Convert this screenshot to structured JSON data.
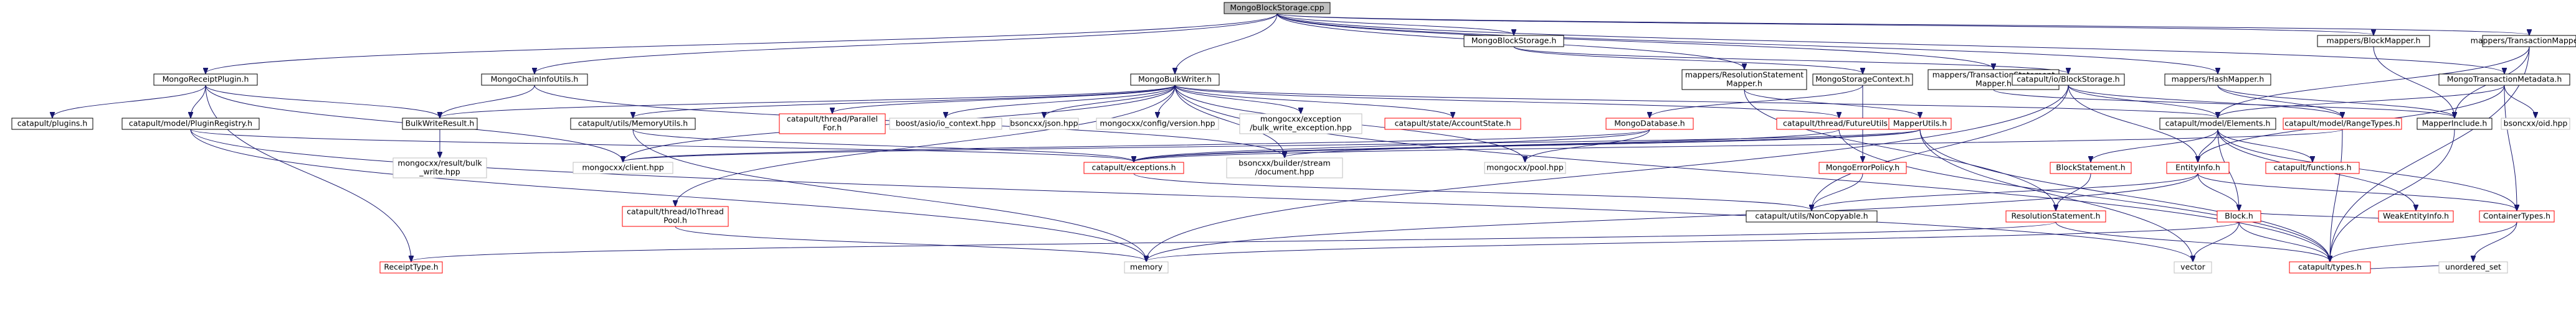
{
  "colors": {
    "root_fill": "#bfbfbf",
    "root_border": "#000000",
    "documented_border": "#000000",
    "incomplete_border": "#ff0000",
    "external_border": "#bfbfbf",
    "external_text": "#404040",
    "node_fill": "#ffffff",
    "edge": "#191970"
  },
  "nodes": [
    {
      "id": "root",
      "lines": [
        "MongoBlockStorage.cpp"
      ],
      "kind": "root"
    },
    {
      "id": "receiptPlugin",
      "lines": [
        "MongoReceiptPlugin.h"
      ],
      "kind": "documented"
    },
    {
      "id": "chainInfoUtils",
      "lines": [
        "MongoChainInfoUtils.h"
      ],
      "kind": "documented"
    },
    {
      "id": "bulkWriter",
      "lines": [
        "MongoBulkWriter.h"
      ],
      "kind": "documented"
    },
    {
      "id": "blockStorageH",
      "lines": [
        "MongoBlockStorage.h"
      ],
      "kind": "documented"
    },
    {
      "id": "resStmtMapper",
      "lines": [
        "mappers/ResolutionStatement",
        "Mapper.h"
      ],
      "kind": "documented"
    },
    {
      "id": "txStmtMapper",
      "lines": [
        "mappers/TransactionStatement",
        "Mapper.h"
      ],
      "kind": "documented"
    },
    {
      "id": "hashMapper",
      "lines": [
        "mappers/HashMapper.h"
      ],
      "kind": "documented"
    },
    {
      "id": "blockMapper",
      "lines": [
        "mappers/BlockMapper.h"
      ],
      "kind": "documented"
    },
    {
      "id": "txMetadata",
      "lines": [
        "MongoTransactionMetadata.h"
      ],
      "kind": "documented"
    },
    {
      "id": "txMapper",
      "lines": [
        "mappers/TransactionMapper.h"
      ],
      "kind": "documented"
    },
    {
      "id": "plugins",
      "lines": [
        "catapult/plugins.h"
      ],
      "kind": "documented"
    },
    {
      "id": "pluginRegistry",
      "lines": [
        "catapult/model/PluginRegistry.h"
      ],
      "kind": "documented"
    },
    {
      "id": "bulkWriteResult",
      "lines": [
        "BulkWriteResult.h"
      ],
      "kind": "documented"
    },
    {
      "id": "memoryUtils",
      "lines": [
        "catapult/utils/MemoryUtils.h"
      ],
      "kind": "documented"
    },
    {
      "id": "parallelFor",
      "lines": [
        "catapult/thread/Parallel",
        "For.h"
      ],
      "kind": "incomplete"
    },
    {
      "id": "ioContext",
      "lines": [
        "boost/asio/io_context.hpp"
      ],
      "kind": "external"
    },
    {
      "id": "bsoncxxJson",
      "lines": [
        "bsoncxx/json.hpp"
      ],
      "kind": "external"
    },
    {
      "id": "mongoConfigVersion",
      "lines": [
        "mongocxx/config/version.hpp"
      ],
      "kind": "external"
    },
    {
      "id": "bulkWriteException",
      "lines": [
        "mongocxx/exception",
        "/bulk_write_exception.hpp"
      ],
      "kind": "external"
    },
    {
      "id": "accountState",
      "lines": [
        "catapult/state/AccountState.h"
      ],
      "kind": "incomplete"
    },
    {
      "id": "mongoDatabase",
      "lines": [
        "MongoDatabase.h"
      ],
      "kind": "incomplete"
    },
    {
      "id": "futureUtils",
      "lines": [
        "catapult/thread/FutureUtils.h"
      ],
      "kind": "incomplete"
    },
    {
      "id": "storageContext",
      "lines": [
        "MongoStorageContext.h"
      ],
      "kind": "documented"
    },
    {
      "id": "ioBlockStorage",
      "lines": [
        "catapult/io/BlockStorage.h"
      ],
      "kind": "documented"
    },
    {
      "id": "mapperUtils",
      "lines": [
        "MapperUtils.h"
      ],
      "kind": "incomplete"
    },
    {
      "id": "elements",
      "lines": [
        "catapult/model/Elements.h"
      ],
      "kind": "documented"
    },
    {
      "id": "rangeTypes",
      "lines": [
        "catapult/model/RangeTypes.h"
      ],
      "kind": "incomplete"
    },
    {
      "id": "mapperInclude",
      "lines": [
        "MapperInclude.h"
      ],
      "kind": "documented"
    },
    {
      "id": "bsoncxxOid",
      "lines": [
        "bsoncxx/oid.hpp"
      ],
      "kind": "external"
    },
    {
      "id": "bulkWriteHpp",
      "lines": [
        "mongocxx/result/bulk",
        "_write.hpp"
      ],
      "kind": "external"
    },
    {
      "id": "mongoClient",
      "lines": [
        "mongocxx/client.hpp"
      ],
      "kind": "external"
    },
    {
      "id": "exceptions",
      "lines": [
        "catapult/exceptions.h"
      ],
      "kind": "incomplete"
    },
    {
      "id": "bsonDocument",
      "lines": [
        "bsoncxx/builder/stream",
        "/document.hpp"
      ],
      "kind": "external"
    },
    {
      "id": "mongoPool",
      "lines": [
        "mongocxx/pool.hpp"
      ],
      "kind": "external"
    },
    {
      "id": "errorPolicy",
      "lines": [
        "MongoErrorPolicy.h"
      ],
      "kind": "incomplete"
    },
    {
      "id": "blockStatement",
      "lines": [
        "BlockStatement.h"
      ],
      "kind": "incomplete"
    },
    {
      "id": "entityInfo",
      "lines": [
        "EntityInfo.h"
      ],
      "kind": "incomplete"
    },
    {
      "id": "functions",
      "lines": [
        "catapult/functions.h"
      ],
      "kind": "incomplete"
    },
    {
      "id": "ioThreadPool",
      "lines": [
        "catapult/thread/IoThread",
        "Pool.h"
      ],
      "kind": "incomplete"
    },
    {
      "id": "nonCopyable",
      "lines": [
        "catapult/utils/NonCopyable.h"
      ],
      "kind": "documented"
    },
    {
      "id": "resolutionStatement",
      "lines": [
        "ResolutionStatement.h"
      ],
      "kind": "incomplete"
    },
    {
      "id": "weakEntityInfo",
      "lines": [
        "WeakEntityInfo.h"
      ],
      "kind": "incomplete"
    },
    {
      "id": "containerTypes",
      "lines": [
        "ContainerTypes.h"
      ],
      "kind": "incomplete"
    },
    {
      "id": "blockH",
      "lines": [
        "Block.h"
      ],
      "kind": "incomplete"
    },
    {
      "id": "receiptType",
      "lines": [
        "ReceiptType.h"
      ],
      "kind": "incomplete"
    },
    {
      "id": "memory",
      "lines": [
        "memory"
      ],
      "kind": "external"
    },
    {
      "id": "vector",
      "lines": [
        "vector"
      ],
      "kind": "external"
    },
    {
      "id": "types",
      "lines": [
        "catapult/types.h"
      ],
      "kind": "incomplete"
    },
    {
      "id": "unorderedSet",
      "lines": [
        "unordered_set"
      ],
      "kind": "external"
    }
  ],
  "edges": [
    [
      "root",
      "receiptPlugin"
    ],
    [
      "root",
      "chainInfoUtils"
    ],
    [
      "root",
      "bulkWriter"
    ],
    [
      "root",
      "blockStorageH"
    ],
    [
      "root",
      "resStmtMapper"
    ],
    [
      "root",
      "txStmtMapper"
    ],
    [
      "root",
      "hashMapper"
    ],
    [
      "root",
      "blockMapper"
    ],
    [
      "root",
      "txMetadata"
    ],
    [
      "root",
      "txMapper"
    ],
    [
      "receiptPlugin",
      "plugins"
    ],
    [
      "receiptPlugin",
      "pluginRegistry"
    ],
    [
      "receiptPlugin",
      "bulkWriteResult"
    ],
    [
      "receiptPlugin",
      "mongoClient"
    ],
    [
      "receiptPlugin",
      "receiptType"
    ],
    [
      "chainInfoUtils",
      "bulkWriteResult"
    ],
    [
      "chainInfoUtils",
      "bsonDocument"
    ],
    [
      "bulkWriter",
      "bulkWriteResult"
    ],
    [
      "bulkWriter",
      "memoryUtils"
    ],
    [
      "bulkWriter",
      "parallelFor"
    ],
    [
      "bulkWriter",
      "ioContext"
    ],
    [
      "bulkWriter",
      "bsoncxxJson"
    ],
    [
      "bulkWriter",
      "mongoConfigVersion"
    ],
    [
      "bulkWriter",
      "bulkWriteException"
    ],
    [
      "bulkWriter",
      "accountState"
    ],
    [
      "bulkWriter",
      "futureUtils"
    ],
    [
      "bulkWriter",
      "ioThreadPool"
    ],
    [
      "bulkWriter",
      "mongoClient"
    ],
    [
      "bulkWriter",
      "bsonDocument"
    ],
    [
      "bulkWriter",
      "mongoPool"
    ],
    [
      "bulkWriter",
      "elements"
    ],
    [
      "bulkWriter",
      "types"
    ],
    [
      "blockStorageH",
      "storageContext"
    ],
    [
      "blockStorageH",
      "ioBlockStorage"
    ],
    [
      "resStmtMapper",
      "mapperUtils"
    ],
    [
      "resStmtMapper",
      "resolutionStatement"
    ],
    [
      "txStmtMapper",
      "mapperInclude"
    ],
    [
      "hashMapper",
      "rangeTypes"
    ],
    [
      "hashMapper",
      "mapperInclude"
    ],
    [
      "blockMapper",
      "mapperInclude"
    ],
    [
      "txMetadata",
      "elements"
    ],
    [
      "txMetadata",
      "bsoncxxOid"
    ],
    [
      "txMetadata",
      "containerTypes"
    ],
    [
      "txMetadata",
      "entityInfo"
    ],
    [
      "txMapper",
      "mapperInclude"
    ],
    [
      "txMapper",
      "elements"
    ],
    [
      "txMapper",
      "types"
    ],
    [
      "pluginRegistry",
      "exceptions"
    ],
    [
      "pluginRegistry",
      "memory"
    ],
    [
      "pluginRegistry",
      "vector"
    ],
    [
      "bulkWriteResult",
      "bulkWriteHpp"
    ],
    [
      "memoryUtils",
      "memory"
    ],
    [
      "memoryUtils",
      "exceptions"
    ],
    [
      "storageContext",
      "mongoDatabase"
    ],
    [
      "storageContext",
      "errorPolicy"
    ],
    [
      "mongoDatabase",
      "mongoClient"
    ],
    [
      "mongoDatabase",
      "mongoPool"
    ],
    [
      "mongoDatabase",
      "exceptions"
    ],
    [
      "futureUtils",
      "exceptions"
    ],
    [
      "futureUtils",
      "types"
    ],
    [
      "ioBlockStorage",
      "elements"
    ],
    [
      "ioBlockStorage",
      "rangeTypes"
    ],
    [
      "ioBlockStorage",
      "nonCopyable"
    ],
    [
      "ioBlockStorage",
      "memory"
    ],
    [
      "ioBlockStorage",
      "entityInfo"
    ],
    [
      "mapperUtils",
      "mongoClient"
    ],
    [
      "mapperUtils",
      "bsonDocument"
    ],
    [
      "mapperUtils",
      "exceptions"
    ],
    [
      "mapperUtils",
      "types"
    ],
    [
      "mapperUtils",
      "vector"
    ],
    [
      "elements",
      "blockStatement"
    ],
    [
      "elements",
      "entityInfo"
    ],
    [
      "elements",
      "functions"
    ],
    [
      "elements",
      "weakEntityInfo"
    ],
    [
      "elements",
      "containerTypes"
    ],
    [
      "elements",
      "blockH"
    ],
    [
      "rangeTypes",
      "exceptions"
    ],
    [
      "rangeTypes",
      "types"
    ],
    [
      "mapperInclude",
      "types"
    ],
    [
      "exceptions",
      "nonCopyable"
    ],
    [
      "errorPolicy",
      "nonCopyable"
    ],
    [
      "blockStatement",
      "resolutionStatement"
    ],
    [
      "entityInfo",
      "blockH"
    ],
    [
      "entityInfo",
      "containerTypes"
    ],
    [
      "entityInfo",
      "nonCopyable"
    ],
    [
      "entityInfo",
      "memory"
    ],
    [
      "resolutionStatement",
      "receiptType"
    ],
    [
      "resolutionStatement",
      "types"
    ],
    [
      "weakEntityInfo",
      "blockH"
    ],
    [
      "containerTypes",
      "types"
    ],
    [
      "containerTypes",
      "unorderedSet"
    ],
    [
      "blockH",
      "types"
    ],
    [
      "blockH",
      "vector"
    ],
    [
      "blockH",
      "memory"
    ],
    [
      "ioThreadPool",
      "memory"
    ],
    [
      "types",
      "unorderedSet"
    ]
  ]
}
